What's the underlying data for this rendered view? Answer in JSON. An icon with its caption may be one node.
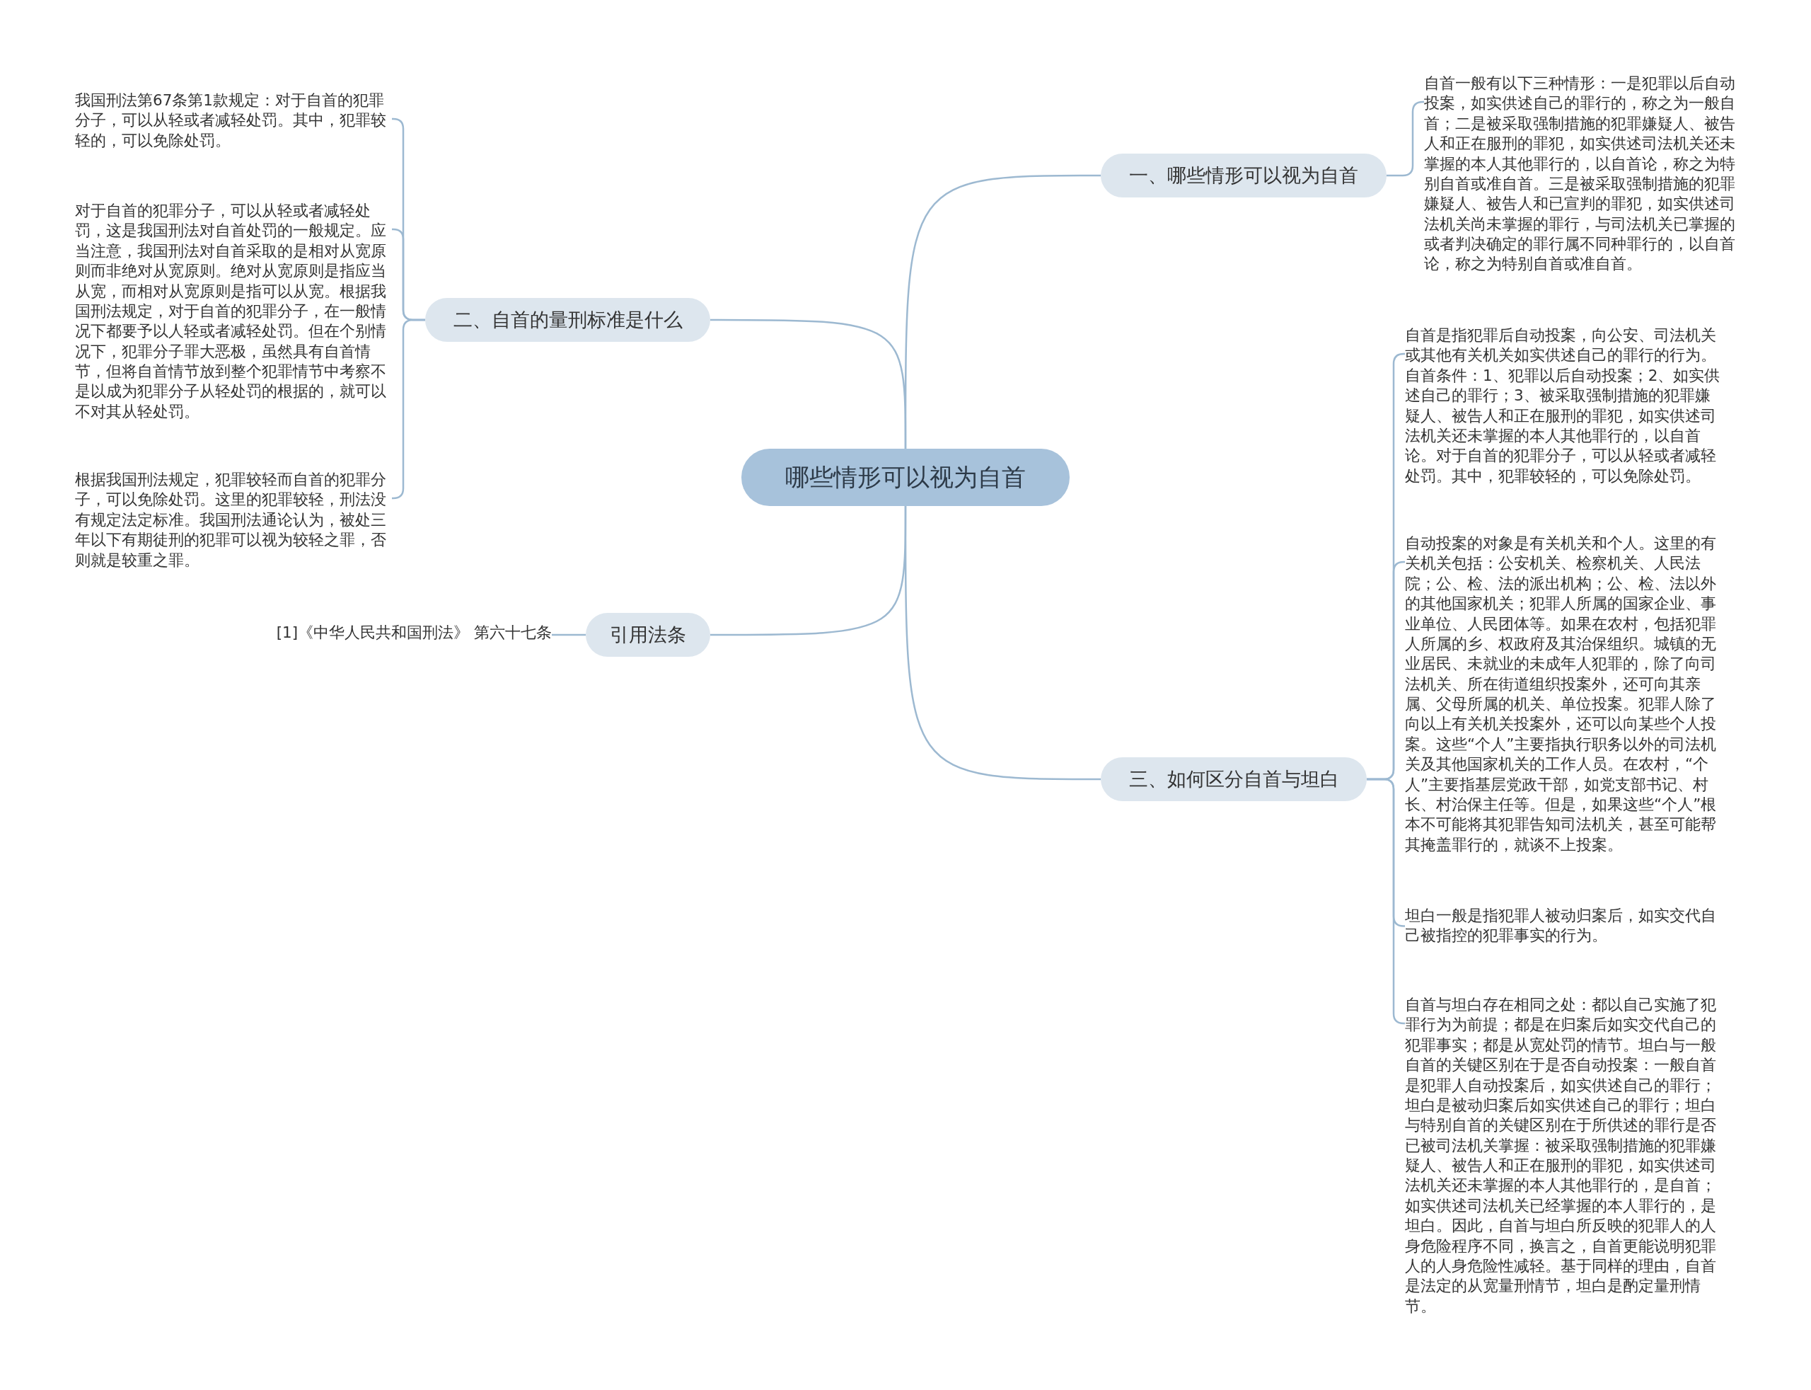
{
  "diagram": {
    "nodes": [
      {
        "text": [
          "哪些情形可以视为自首"
        ]
      },
      {
        "text": [
          "一、哪些情形可以视为自首"
        ]
      },
      {
        "text": [
          "自首一般有以下三种情形：一是犯罪以后自动投案，如实供述自己的罪行的，称之为一般自首；二是被采取强制措施的犯罪嫌疑人、被告人和正在服刑的罪犯，如实供述司法机关还未掌握的本人其他罪行的，以自首论，称之为特别自首或准自首。三是被采取强制措施的犯罪嫌疑人、被告人和已宣判的罪犯，如实供述司法机关尚未掌握的罪行，与司法机关已掌握的或者判决确定的罪行属不同种罪行的，以自首论，称之为特别自首或准自首。"
        ]
      },
      {
        "text": [
          "二、自首的量刑标准是什么"
        ]
      },
      {
        "text": [
          "我国刑法第67条第1款规定：对于自首的犯罪分子，可以从轻或者减轻处罚。其中，犯罪较轻的，可以免除处罚。"
        ]
      },
      {
        "text": [
          "对于自首的犯罪分子，可以从轻或者减轻处罚，这是我国刑法对自首处罚的一般规定。应当注意，我国刑法对自首采取的是相对从宽原则而非绝对从宽原则。绝对从宽原则是指应当从宽，而相对从宽原则是指可以从宽。根据我国刑法规定，对于自首的犯罪分子，在一般情况下都要予以人轻或者减轻处罚。但在个别情况下，犯罪分子罪大恶极，虽然具有自首情节，但将自首情节放到整个犯罪情节中考察不是以成为犯罪分子从轻处罚的根据的，就可以不对其从轻处罚。"
        ]
      },
      {
        "text": [
          "根据我国刑法规定，犯罪较轻而自首的犯罪分子，可以免除处罚。这里的犯罪较轻，刑法没有规定法定标准。我国刑法通论认为，被处三年以下有期徒刑的犯罪可以视为较轻之罪，否则就是较重之罪。"
        ]
      },
      {
        "text": [
          "引用法条"
        ]
      },
      {
        "text": [
          "[1]《中华人民共和国刑法》 第六十七条"
        ]
      },
      {
        "text": [
          "三、如何区分自首与坦白"
        ]
      },
      {
        "text": [
          "自首是指犯罪后自动投案，向公安、司法机关或其他有关机关如实供述自己的罪行的行为。自首条件：1、犯罪以后自动投案；2、如实供述自己的罪行；3、被采取强制措施的犯罪嫌疑人、被告人和正在服刑的罪犯，如实供述司法机关还未掌握的本人其他罪行的，以自首论。对于自首的犯罪分子，可以从轻或者减轻处罚。其中，犯罪较轻的，可以免除处罚。"
        ]
      },
      {
        "text": [
          "自动投案的对象是有关机关和个人。这里的有关机关包括：公安机关、检察机关、人民法院；公、检、法的派出机构；公、检、法以外的其他国家机关；犯罪人所属的国家企业、事业单位、人民团体等。如果在农村，包括犯罪人所属的乡、权政府及其治保组织。城镇的无业居民、未就业的未成年人犯罪的，除了向司法机关、所在街道组织投案外，还可向其亲属、父母所属的机关、单位投案。犯罪人除了向以上有关机关投案外，还可以向某些个人投案。这些“个人”主要指执行职务以外的司法机关及其他国家机关的工作人员。在农村，“个人”主要指基层党政干部，如党支部书记、村长、村治保主任等。但是，如果这些“个人”根本不可能将其犯罪告知司法机关，甚至可能帮其掩盖罪行的，就谈不上投案。"
        ]
      },
      {
        "text": [
          "坦白一般是指犯罪人被动归案后，如实交代自己被指控的犯罪事实的行为。"
        ]
      },
      {
        "text": [
          "自首与坦白存在相同之处：都以自己实施了犯罪行为为前提；都是在归案后如实交代自己的犯罪事实；都是从宽处罚的情节。坦白与一般自首的关键区别在于是否自动投案：一般自首是犯罪人自动投案后，如实供述自己的罪行；坦白是被动归案后如实供述自己的罪行；坦白与特别自首的关键区别在于所供述的罪行是否已被司法机关掌握：被采取强制措施的犯罪嫌疑人、被告人和正在服刑的罪犯，如实供述司法机关还未掌握的本人其他罪行的，是自首；如实供述司法机关已经掌握的本人罪行的，是坦白。因此，自首与坦白所反映的犯罪人的人身危险程序不同，换言之，自首更能说明犯罪人的人身危险性减轻。基于同样的理由，自首是法定的从宽量刑情节，坦白是酌定量刑情节。"
        ]
      }
    ],
    "edges": [
      {
        "from": 0,
        "to": 1,
        "arrow": "none"
      },
      {
        "from": 1,
        "to": 2,
        "arrow": "none"
      },
      {
        "from": 0,
        "to": 3,
        "arrow": "none"
      },
      {
        "from": 3,
        "to": 4,
        "arrow": "none"
      },
      {
        "from": 3,
        "to": 5,
        "arrow": "none"
      },
      {
        "from": 3,
        "to": 6,
        "arrow": "none"
      },
      {
        "from": 0,
        "to": 7,
        "arrow": "none"
      },
      {
        "from": 7,
        "to": 8,
        "arrow": "none"
      },
      {
        "from": 0,
        "to": 9,
        "arrow": "none"
      },
      {
        "from": 9,
        "to": 10,
        "arrow": "none"
      },
      {
        "from": 9,
        "to": 11,
        "arrow": "none"
      },
      {
        "from": 9,
        "to": 12,
        "arrow": "none"
      },
      {
        "from": 9,
        "to": 13,
        "arrow": "none"
      }
    ]
  }
}
